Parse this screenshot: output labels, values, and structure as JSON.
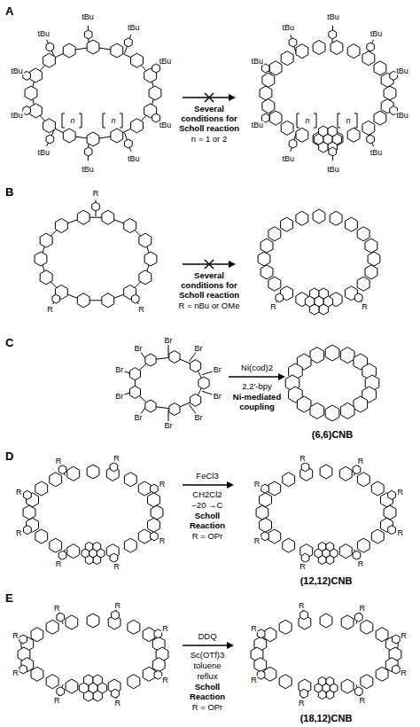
{
  "diagram": {
    "labels": [
      "A",
      "B",
      "C",
      "D",
      "E",
      "Several conditions for Scholl reaction",
      "n = 1 or 2",
      "tBu",
      "tBu",
      "tBu",
      "tBu",
      "tBu",
      "tBu",
      "tBu",
      "tBu",
      "tBu",
      "tBu",
      "tBu",
      "tBu",
      "tBu",
      "tBu",
      "tBu",
      "tBu",
      "tBu",
      "tBu",
      "tBu",
      "tBu",
      "n",
      "n",
      "n",
      "n",
      "Several conditions for Scholl reaction",
      "R = nBu or OMe",
      "R",
      "R",
      "R",
      "R",
      "R",
      "Ni(cod)2",
      "2,2'-bpy",
      "Ni-mediated coupling",
      "Br",
      "Br",
      "Br",
      "Br",
      "Br",
      "Br",
      "Br",
      "Br",
      "Br",
      "Br",
      "(6,6)CNB",
      "FeCl3",
      "CH2Cl2",
      "–20 →C",
      "Scholl Reaction",
      "R = OPr",
      "R",
      "R",
      "R",
      "R",
      "R",
      "R",
      "R",
      "R",
      "R",
      "R",
      "R",
      "R",
      "R",
      "R",
      "R",
      "R",
      "(12,12)CNB",
      "DDQ",
      "Sc(OTf)3",
      "toluene",
      "reflux",
      "Scholl Reaction",
      "R = OPr",
      "R",
      "R",
      "R",
      "R",
      "R",
      "R",
      "R",
      "R",
      "R",
      "R",
      "R",
      "R",
      "R",
      "R",
      "R",
      "R",
      "(18,12)CNB"
    ]
  }
}
